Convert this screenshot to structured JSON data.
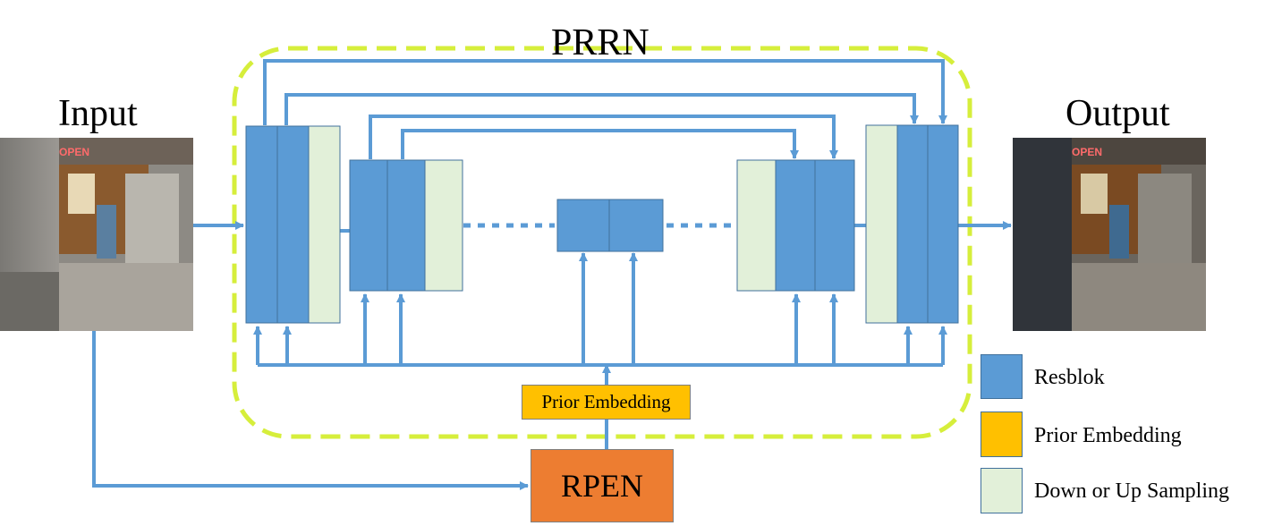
{
  "title": "PRRN",
  "input_label": "Input",
  "output_label": "Output",
  "prior_embedding_box": "Prior Embedding",
  "rpen_box": "RPEN",
  "photo_sign": "OPEN",
  "legend": [
    {
      "label": "Resblok",
      "color": "#5B9BD5"
    },
    {
      "label": "Prior Embedding",
      "color": "#FFC000"
    },
    {
      "label": "Down or Up Sampling",
      "color": "#E2F0D9"
    }
  ],
  "colors": {
    "resblock": "#5B9BD5",
    "sampling": "#E2F0D9",
    "prior": "#FFC000",
    "rpen": "#ED7D31",
    "dashed_border": "#D6EE3B",
    "arrow": "#5B9BD5"
  }
}
